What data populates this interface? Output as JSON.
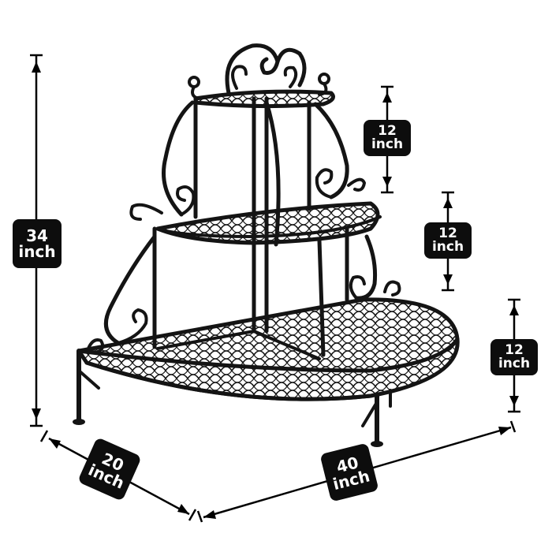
{
  "product": {
    "name": "plant-stand-icon",
    "color": "#141414"
  },
  "dimensions": {
    "overall_height": {
      "value": "34",
      "unit": "inch"
    },
    "depth": {
      "value": "20",
      "unit": "inch"
    },
    "width": {
      "value": "40",
      "unit": "inch"
    },
    "tier_top": {
      "value": "12",
      "unit": "inch"
    },
    "tier_middle": {
      "value": "12",
      "unit": "inch"
    },
    "tier_bottom": {
      "value": "12",
      "unit": "inch"
    }
  },
  "colors": {
    "badge": "#0d0d0d",
    "badge_text": "#ffffff",
    "line": "#000000"
  }
}
